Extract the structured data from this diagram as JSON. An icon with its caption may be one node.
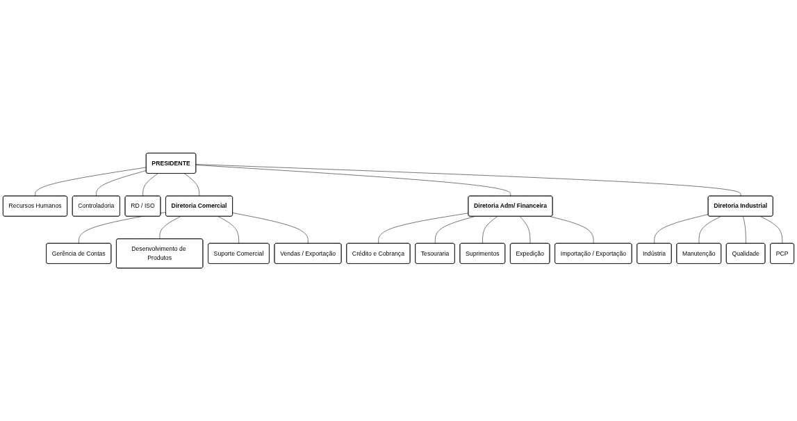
{
  "diagram": {
    "nodes": [
      {
        "text": [
          "PRESIDENTE"
        ]
      },
      {
        "text": [
          "Recursos Humanos"
        ]
      },
      {
        "text": [
          "Controladoria"
        ]
      },
      {
        "text": [
          "RD / ISO"
        ]
      },
      {
        "text": [
          "Diretoria Comercial"
        ]
      },
      {
        "text": [
          "Diretoria Adm/ Financeira"
        ]
      },
      {
        "text": [
          "Diretoria Industrial"
        ]
      },
      {
        "text": [
          "Gerência de Contas"
        ]
      },
      {
        "text": [
          "Desenvolvimento de Produtos"
        ]
      },
      {
        "text": [
          "Suporte Comercial"
        ]
      },
      {
        "text": [
          "Vendas / Exportação"
        ]
      },
      {
        "text": [
          "Crédito e Cobrança"
        ]
      },
      {
        "text": [
          "Tesouraria"
        ]
      },
      {
        "text": [
          "Suprimentos"
        ]
      },
      {
        "text": [
          "Expedição"
        ]
      },
      {
        "text": [
          "Importação / Exportação"
        ]
      },
      {
        "text": [
          "Indústria"
        ]
      },
      {
        "text": [
          "Manutenção"
        ]
      },
      {
        "text": [
          "Qualidade"
        ]
      },
      {
        "text": [
          "PCP"
        ]
      }
    ],
    "edges": [
      {
        "from": 0,
        "to": 1,
        "arrow": "none"
      },
      {
        "from": 0,
        "to": 2,
        "arrow": "none"
      },
      {
        "from": 0,
        "to": 3,
        "arrow": "none"
      },
      {
        "from": 0,
        "to": 4,
        "arrow": "none"
      },
      {
        "from": 0,
        "to": 5,
        "arrow": "none"
      },
      {
        "from": 0,
        "to": 6,
        "arrow": "none"
      },
      {
        "from": 4,
        "to": 7,
        "arrow": "none"
      },
      {
        "from": 4,
        "to": 8,
        "arrow": "none"
      },
      {
        "from": 4,
        "to": 9,
        "arrow": "none"
      },
      {
        "from": 4,
        "to": 10,
        "arrow": "none"
      },
      {
        "from": 5,
        "to": 11,
        "arrow": "none"
      },
      {
        "from": 5,
        "to": 12,
        "arrow": "none"
      },
      {
        "from": 5,
        "to": 13,
        "arrow": "none"
      },
      {
        "from": 5,
        "to": 14,
        "arrow": "none"
      },
      {
        "from": 5,
        "to": 15,
        "arrow": "none"
      },
      {
        "from": 6,
        "to": 16,
        "arrow": "none"
      },
      {
        "from": 6,
        "to": 17,
        "arrow": "none"
      },
      {
        "from": 6,
        "to": 18,
        "arrow": "none"
      },
      {
        "from": 6,
        "to": 19,
        "arrow": "none"
      }
    ]
  }
}
